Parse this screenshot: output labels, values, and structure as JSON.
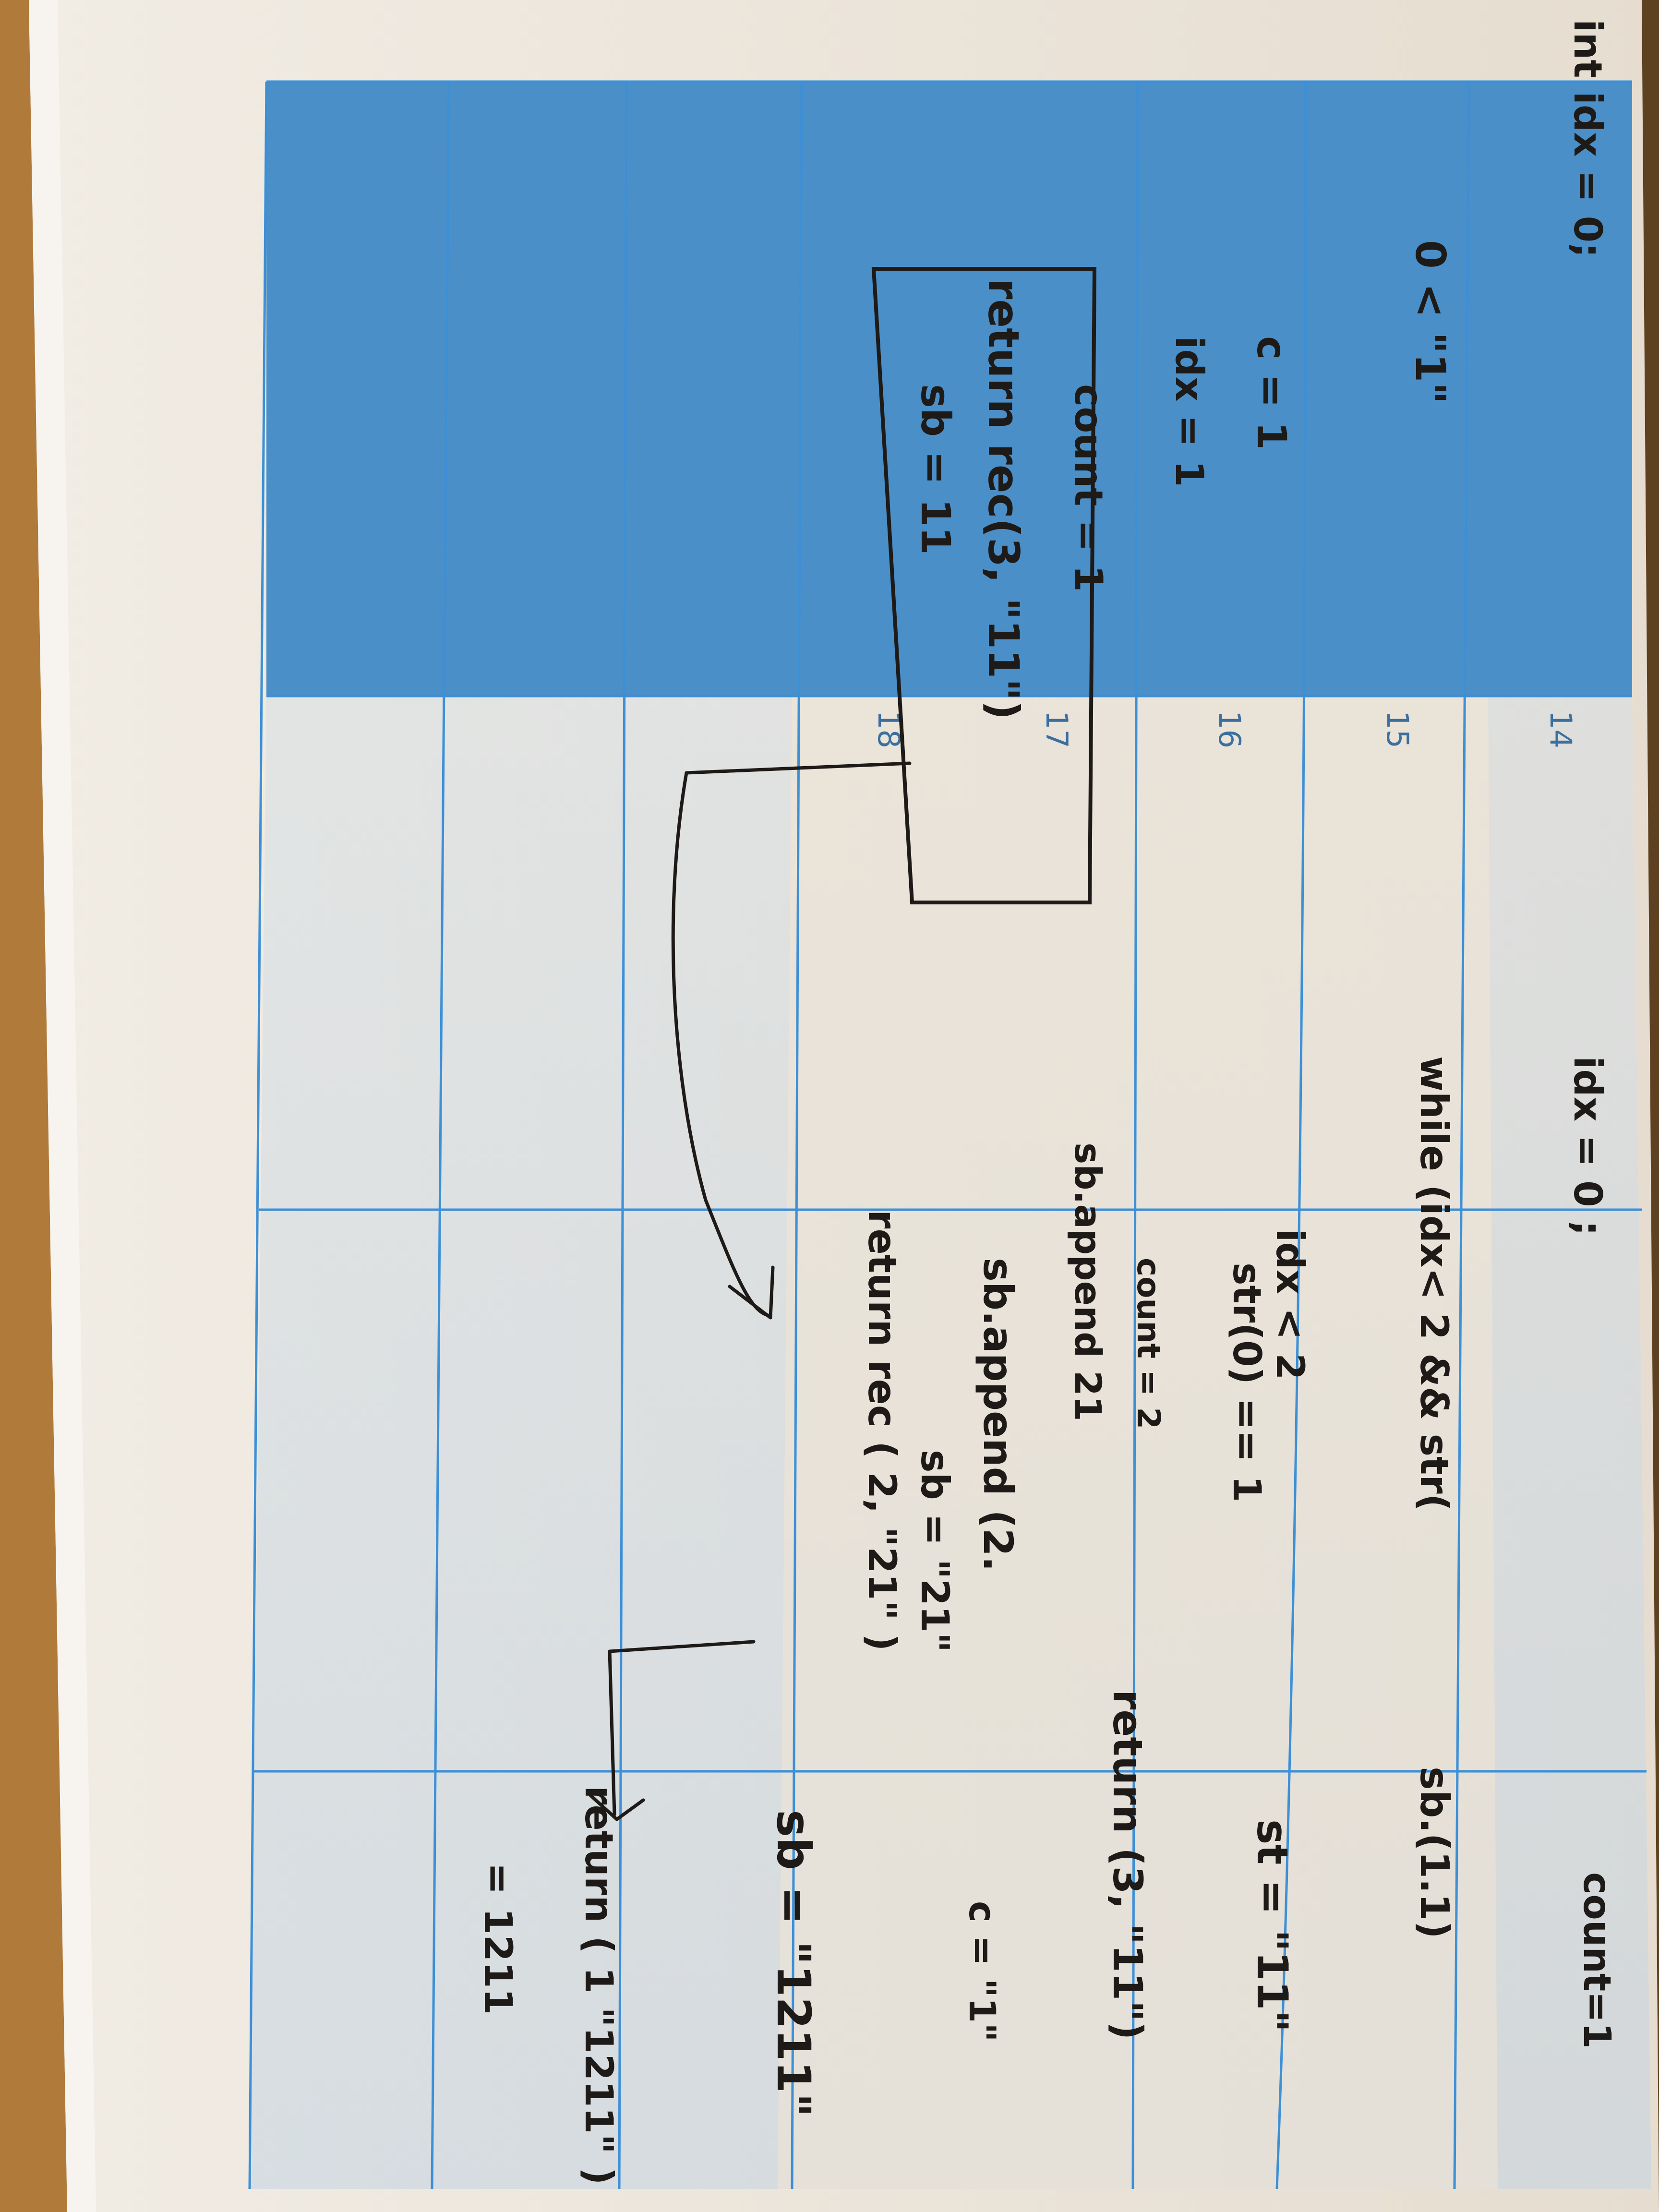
{
  "photo": {
    "description_kind": "handwritten-notebook-page",
    "colors": {
      "table": "#b07a3a",
      "paper_edge": "#ece6dc",
      "paper": "#e9e1d6",
      "blue_band": "#4a8cc4",
      "blue_fade": "#cfdbe6",
      "grid_line": "#3d8fd6",
      "ink": "#1d1a17",
      "row_number": "#3c6f9e"
    }
  },
  "page": {
    "row_numbers": [
      "14",
      "15",
      "16",
      "17",
      "18"
    ],
    "notes": {
      "col14_a": "int idx = 0;",
      "col14_b": "idx = 0 ;",
      "col14_c": "count=1",
      "col15_a": "0 < \"1\"",
      "col15_b": "while (idx< 2 && str(",
      "col15_c": "sb.(1.1)",
      "col16_a": "c = 1",
      "col16_b": "idx < 2",
      "col16_c": "str(0) == 1",
      "col16_d": "st = \"11\"",
      "col17_a": "idx = 1",
      "col17_b": "count = 2",
      "col17_c": "return (3, \"11\")",
      "col18_a": "count = 1",
      "col18_b": "sb = 11",
      "col18_c": "sb.append 21",
      "col18_d": "sb.append (2.",
      "col18_e": "sb = \"21\"",
      "col18_f": "c = \"1\"",
      "box_text": "return rec(3, \"11\")",
      "col19_a": "return rec ( 2, \"21\" )",
      "col19_b": "sb = \"1211\"",
      "col19_c": "return ( 1 \"1211\" )",
      "col19_d": "= 1211"
    }
  }
}
